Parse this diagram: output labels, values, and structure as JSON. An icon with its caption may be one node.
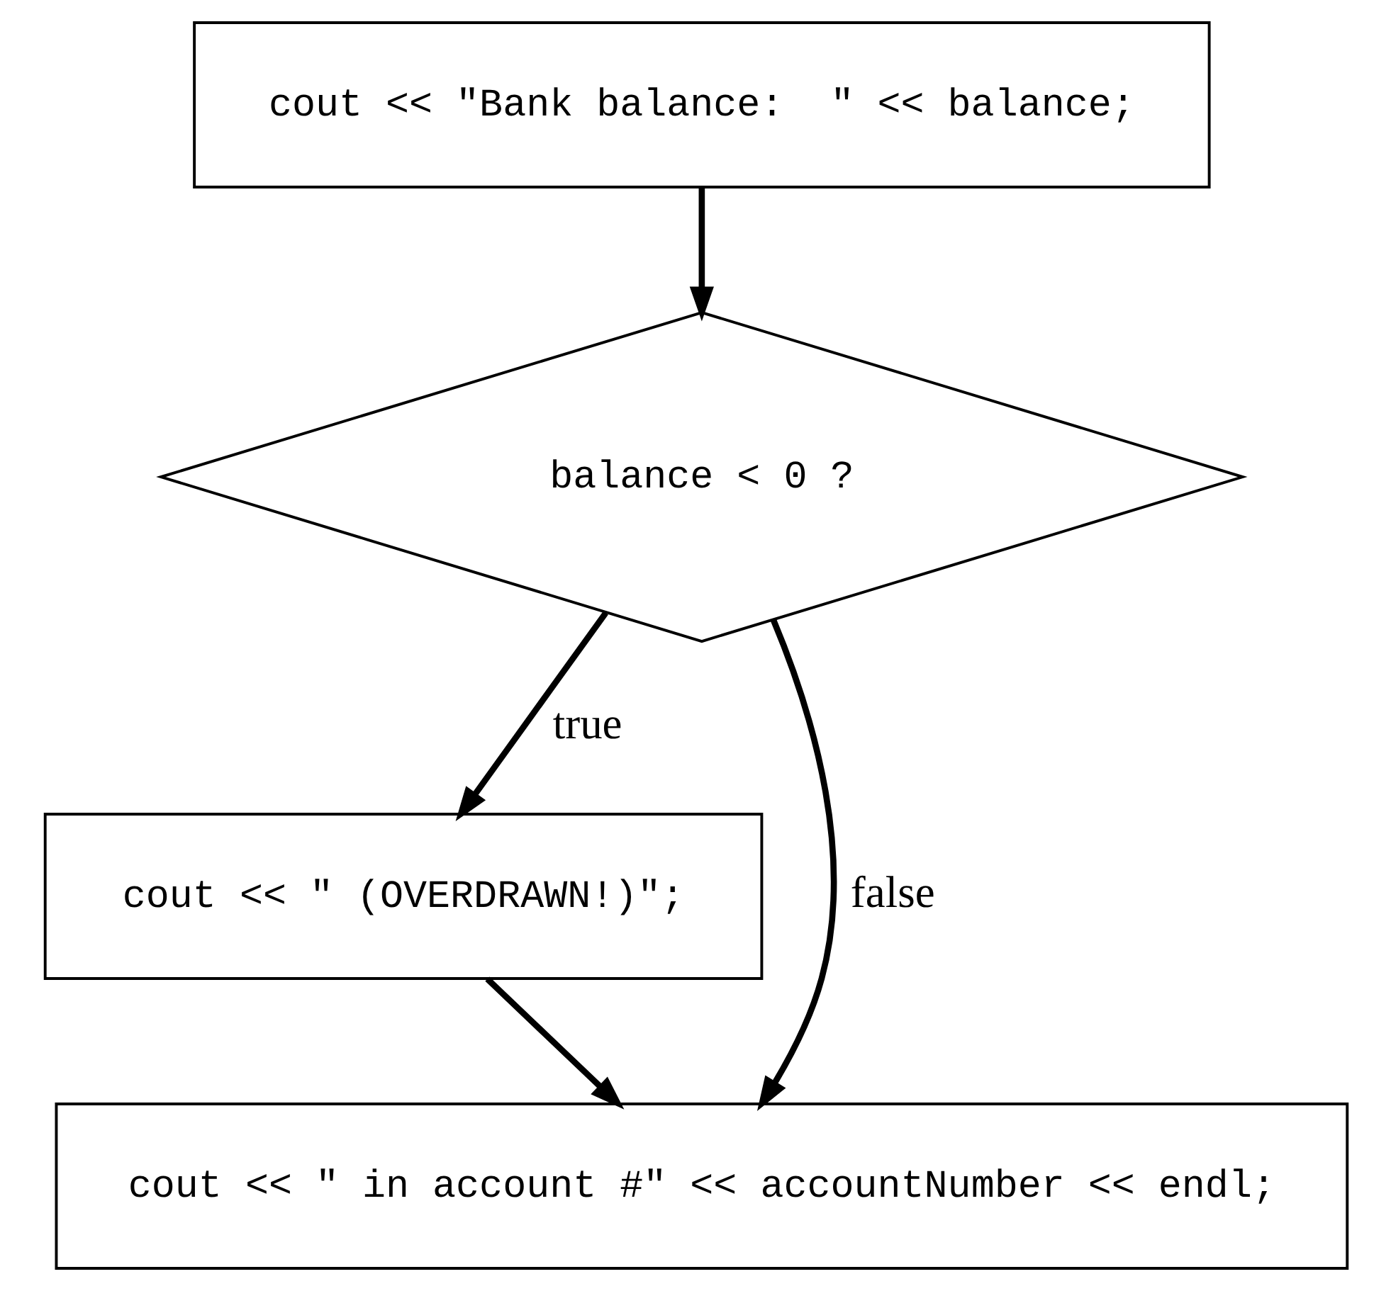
{
  "diagram": {
    "nodes": [
      {
        "text": [
          "cout << \"Bank balance:  \" << balance;"
        ]
      },
      {
        "text": [
          "balance < 0 ?"
        ]
      },
      {
        "text": [
          "cout << \" (OVERDRAWN!)\";"
        ]
      },
      {
        "text": [
          "cout << \" in account #\" << accountNumber << endl;"
        ]
      }
    ],
    "edges": [
      {
        "from": 0,
        "to": 1,
        "arrow": "to"
      },
      {
        "from": 1,
        "to": 2,
        "arrow": "to",
        "label": "true"
      },
      {
        "from": 1,
        "to": 3,
        "arrow": "to",
        "label": "false"
      },
      {
        "from": 2,
        "to": 3,
        "arrow": "to"
      }
    ]
  }
}
